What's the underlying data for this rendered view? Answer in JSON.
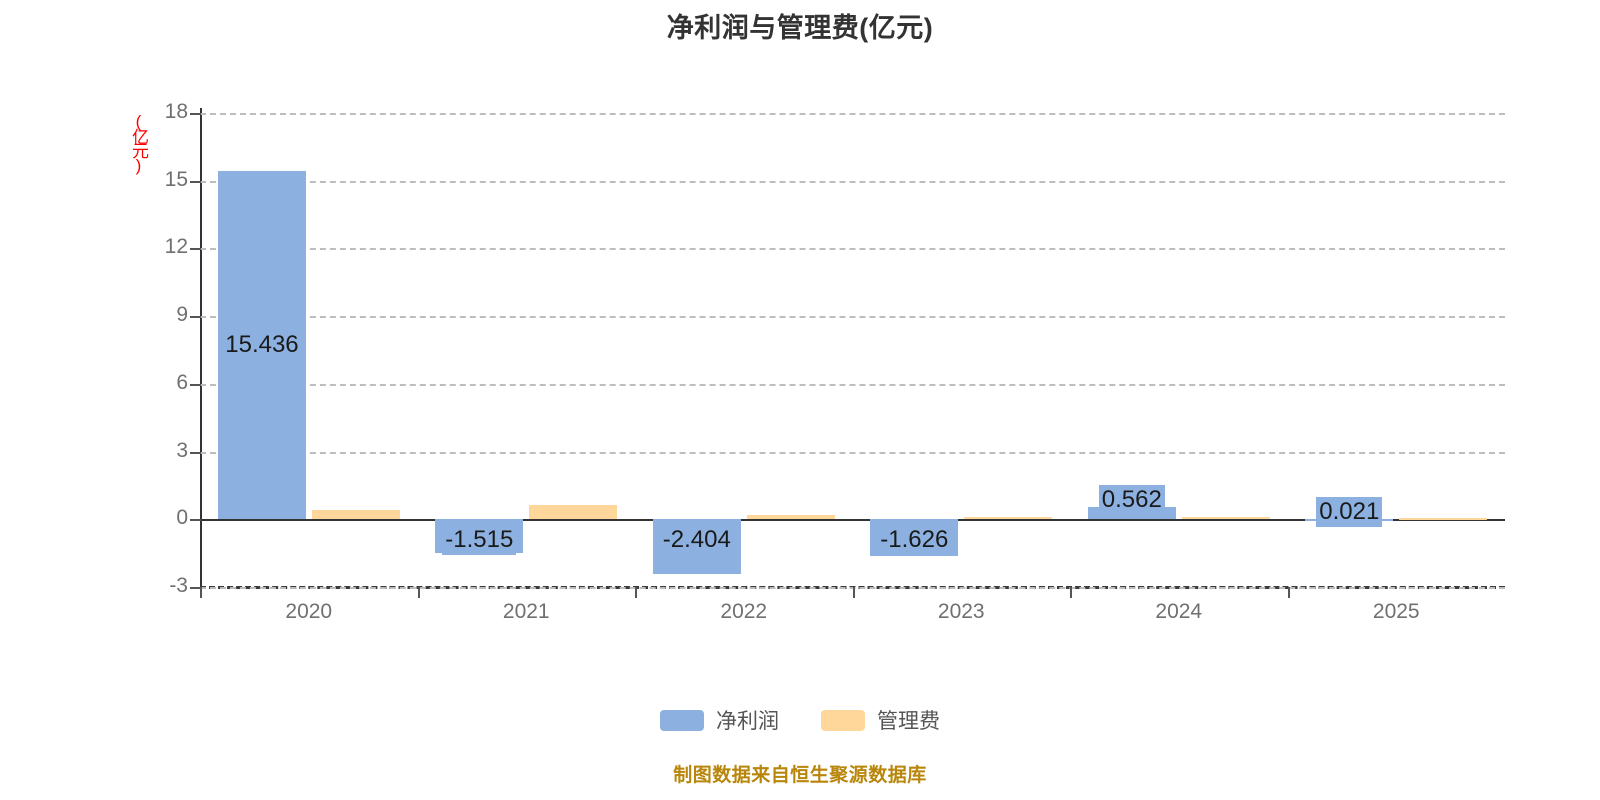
{
  "chart_data": {
    "type": "bar",
    "title": "净利润与管理费(亿元)",
    "xlabel": "",
    "ylabel": "(亿元)",
    "ylim": [
      -3,
      18
    ],
    "yticks": [
      18,
      15,
      12,
      9,
      6,
      3,
      0,
      -3
    ],
    "ytick_labels": [
      "18",
      "15",
      "12",
      "9",
      "6",
      "3",
      "0",
      "-3"
    ],
    "grid": true,
    "legend_position": "bottom",
    "categories": [
      "2020",
      "2021",
      "2022",
      "2023",
      "2024",
      "2025"
    ],
    "series": [
      {
        "name": "净利润",
        "color": "#8cb0e0",
        "values": [
          15.436,
          -1.515,
          -2.404,
          -1.626,
          0.562,
          0.021
        ],
        "labels": [
          "15.436",
          "-1.515",
          "-2.404",
          "-1.626",
          "0.562",
          "0.021"
        ]
      },
      {
        "name": "管理费",
        "color": "#ffd79b",
        "values": [
          0.41,
          0.62,
          0.17,
          0.1,
          0.1,
          0.06
        ],
        "labels": [
          "",
          "",
          "",
          "",
          "",
          ""
        ]
      }
    ],
    "source_note": "制图数据来自恒生聚源数据库"
  },
  "legend": {
    "items": [
      {
        "label": "净利润",
        "color": "#8cb0e0"
      },
      {
        "label": "管理费",
        "color": "#ffd79b"
      }
    ]
  },
  "colors": {
    "profit": "#8cb0e0",
    "admin": "#ffd79b",
    "axis_unit": "#ff0000",
    "footer": "#b8860b",
    "title": "#333333",
    "tick": "#707070"
  }
}
